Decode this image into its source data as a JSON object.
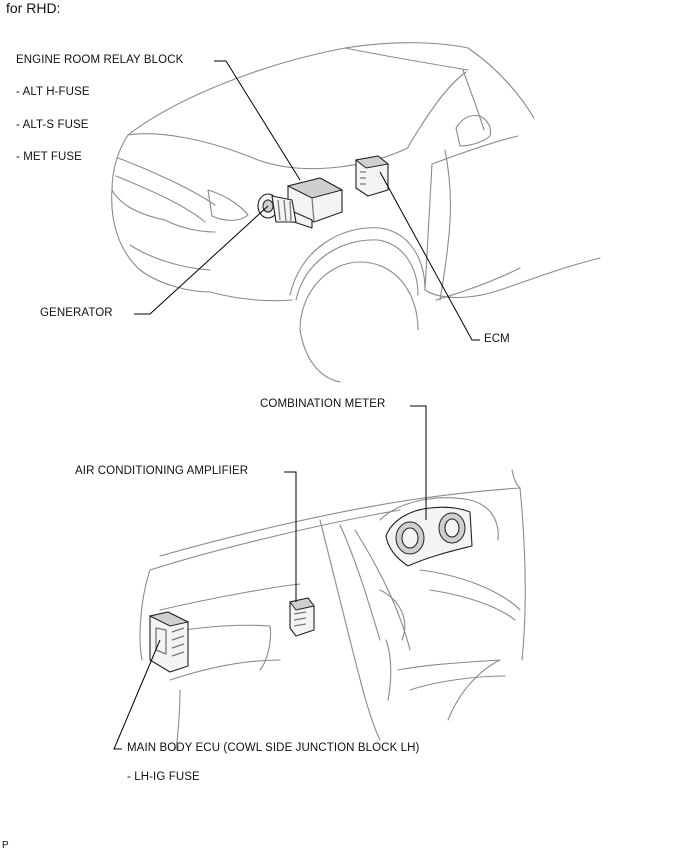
{
  "header": {
    "title": "for RHD:"
  },
  "engine_bay": {
    "relay_block": {
      "label": "ENGINE ROOM RELAY BLOCK",
      "fuses": [
        "- ALT H-FUSE",
        "- ALT-S FUSE",
        "- MET FUSE"
      ]
    },
    "generator": {
      "label": "GENERATOR"
    },
    "ecm": {
      "label": "ECM"
    }
  },
  "cabin": {
    "combination_meter": {
      "label": "COMBINATION METER"
    },
    "ac_amplifier": {
      "label": "AIR CONDITIONING AMPLIFIER"
    },
    "main_body_ecu": {
      "label": "MAIN BODY ECU (COWL SIDE JUNCTION BLOCK LH)",
      "fuses": [
        "- LH-IG FUSE"
      ]
    }
  },
  "footer": {
    "code": "P"
  }
}
